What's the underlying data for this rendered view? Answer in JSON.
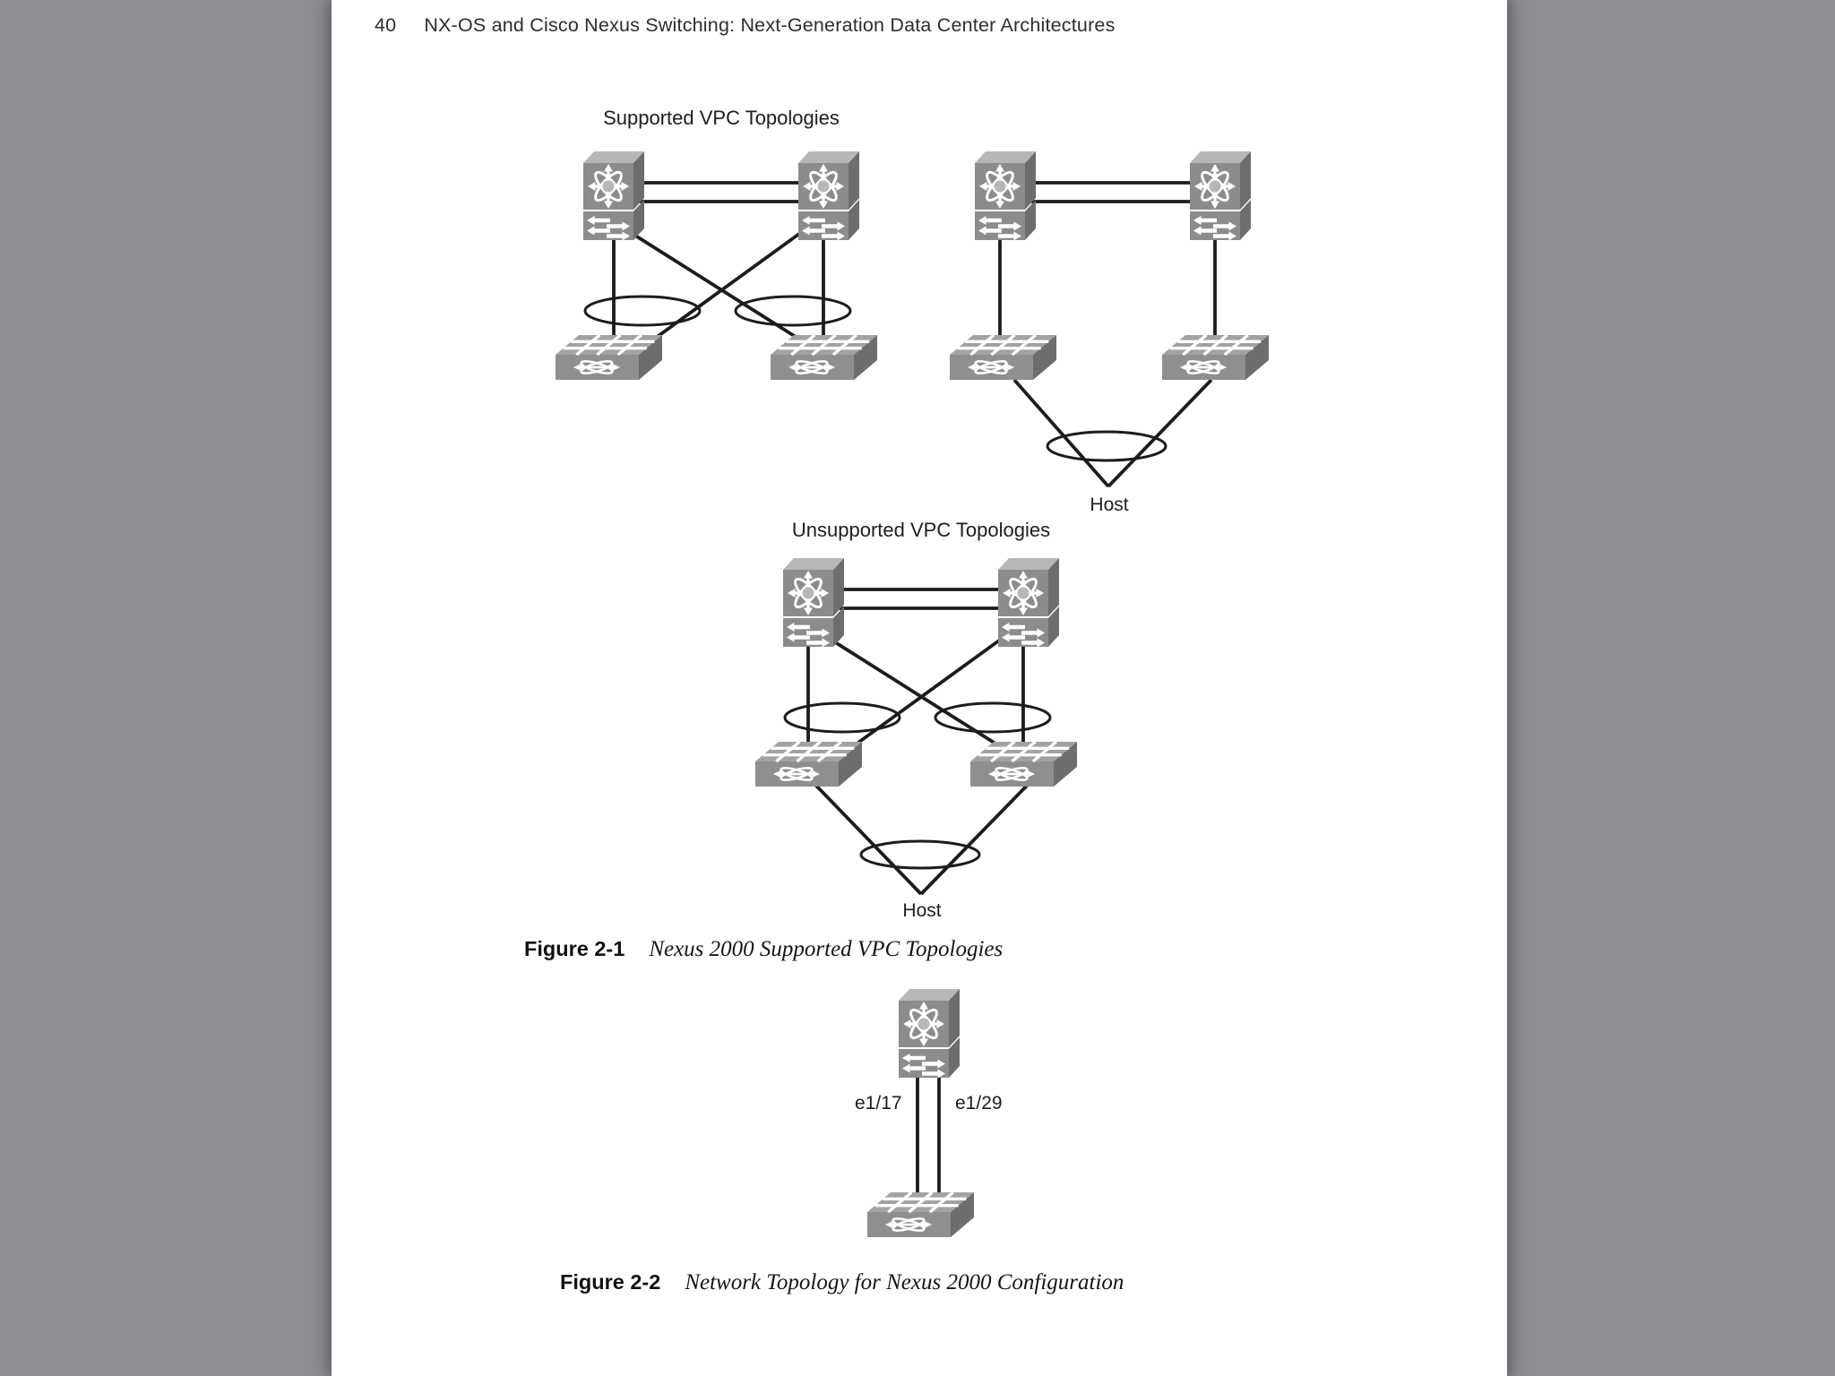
{
  "header": {
    "page_number": "40",
    "title": "NX-OS and Cisco Nexus Switching: Next-Generation Data Center Architectures"
  },
  "figure1": {
    "supported_heading": "Supported VPC Topologies",
    "unsupported_heading": "Unsupported VPC Topologies",
    "supported_host_label": "Host",
    "unsupported_host_label": "Host",
    "caption_label": "Figure 2-1",
    "caption_title": "Nexus 2000 Supported VPC Topologies"
  },
  "figure2": {
    "left_port_label": "e1/17",
    "right_port_label": "e1/29",
    "caption_label": "Figure 2-2",
    "caption_title": "Network Topology for Nexus 2000 Configuration"
  },
  "icons": {
    "nexus_switch": "multilayer-switch-icon",
    "fabric_extender": "fabric-extender-icon",
    "port_channel": "port-channel-ellipse",
    "host": "host-connection-point"
  },
  "colors": {
    "viewer_background": "#8e8e93",
    "page_background": "#ffffff",
    "link_line": "#1c1c1c",
    "device_front": "#8c8c8c",
    "device_top": "#b7b7b7",
    "device_side": "#6d6d6d",
    "fex_top": "#a2a2a2",
    "icon_glyph": "#ffffff",
    "text": "#1d1d1f"
  }
}
